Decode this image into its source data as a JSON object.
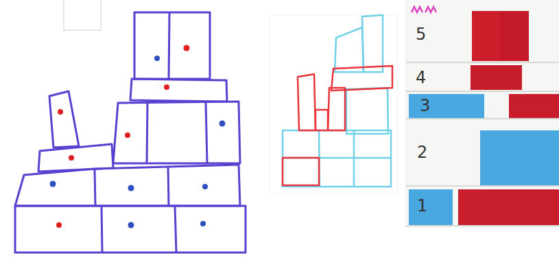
{
  "diagram": {
    "nodes": [
      {
        "text": [
          "5"
        ]
      },
      {
        "text": [
          "4"
        ]
      },
      {
        "text": [
          "3"
        ]
      },
      {
        "text": [
          "2"
        ]
      },
      {
        "text": [
          "1"
        ]
      }
    ]
  }
}
